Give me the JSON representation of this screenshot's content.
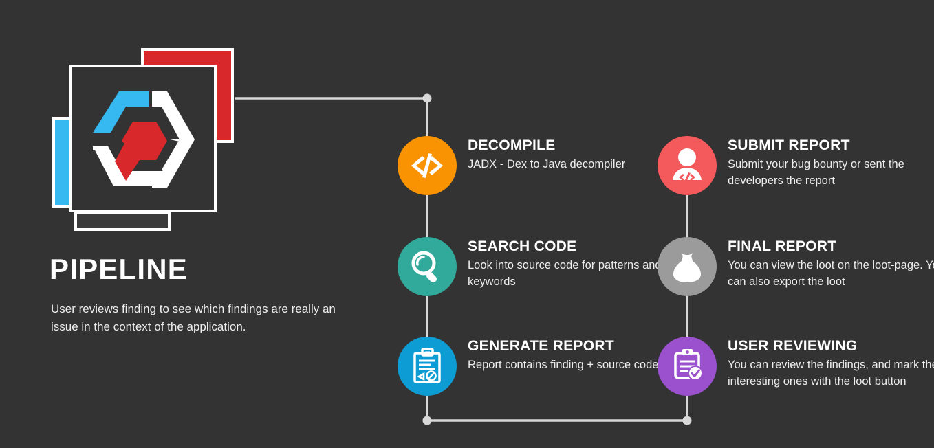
{
  "background_color": "#333333",
  "logo": {
    "name": "pipeline-logo",
    "card_red_color": "#d8282b",
    "card_blue_color": "#35b9f0",
    "hex_white_color": "#ffffff",
    "hex_cyan_color": "#35b9f0",
    "hex_red_color": "#d8282b"
  },
  "left": {
    "title": "PIPELINE",
    "description": "User reviews finding to see which findings are really an issue in the context of the application."
  },
  "connector_color": "#d8d8d8",
  "steps": [
    {
      "id": "decompile",
      "title": "DECOMPILE",
      "description": "JADX - Dex to Java decompiler",
      "icon": "code-icon",
      "color": "#f99301"
    },
    {
      "id": "search-code",
      "title": "SEARCH CODE",
      "description": "Look into source code for patterns and keywords",
      "icon": "magnifier-icon",
      "color": "#31a99b"
    },
    {
      "id": "generate-report",
      "title": "GENERATE REPORT",
      "description": "Report contains finding + source code",
      "icon": "clipboard-chart-icon",
      "color": "#0e9cd4"
    },
    {
      "id": "submit-report",
      "title": "SUBMIT REPORT",
      "description": "Submit your bug bounty or sent the developers the report",
      "icon": "developer-person-icon",
      "color": "#f4595b"
    },
    {
      "id": "final-report",
      "title": "FINAL REPORT",
      "description": "You can view the loot on the loot-page. You can also export the loot",
      "icon": "money-bag-icon",
      "color": "#9b9b9b"
    },
    {
      "id": "user-reviewing",
      "title": "USER REVIEWING",
      "description": "You can review the findings, and mark the interesting ones with the loot button",
      "icon": "clipboard-check-icon",
      "color": "#9b51ce"
    }
  ]
}
